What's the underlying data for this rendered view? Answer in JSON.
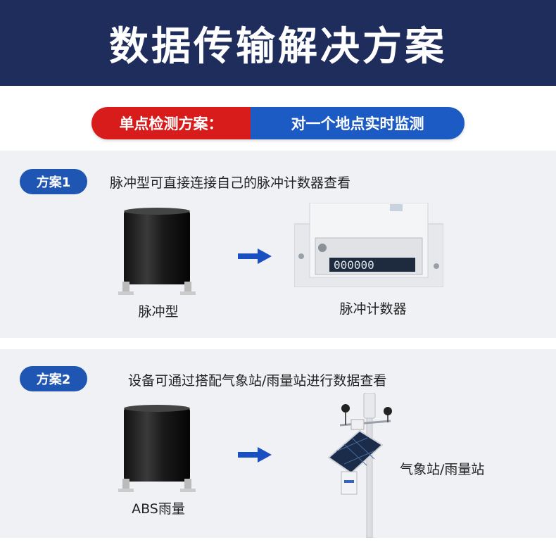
{
  "header": {
    "title": "数据传输解决方案"
  },
  "pill": {
    "left_text": "单点检测方案：",
    "right_text": "对一个地点实时监测"
  },
  "plan1": {
    "badge": "方案1",
    "description": "脉冲型可直接连接自己的脉冲计数器查看",
    "left_label": "脉冲型",
    "right_label": "脉冲计数器",
    "counter_digits": "000000"
  },
  "plan2": {
    "badge": "方案2",
    "description": "设备可通过搭配气象站/雨量站进行数据查看",
    "left_label": "ABS雨量",
    "right_label": "气象站/雨量站"
  },
  "colors": {
    "header_bg": "#1f2d5c",
    "pill_red": "#d81c1c",
    "pill_blue": "#1d5bc4",
    "badge_blue": "#1f55b3",
    "panel_bg": "#f0f1f5",
    "arrow_blue": "#1a4fc2"
  }
}
